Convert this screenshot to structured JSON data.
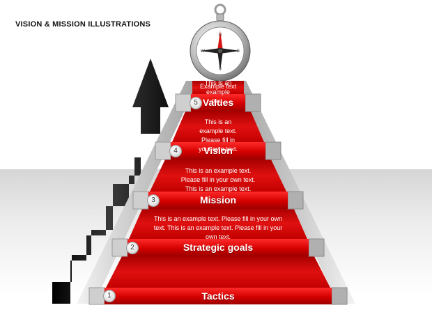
{
  "page": {
    "title": "VISION & MISSION ILLUSTRATIONS"
  },
  "top": {
    "text": "Example text"
  },
  "steps": [
    {
      "number": "1",
      "title": "Tactics",
      "desc": ""
    },
    {
      "number": "2",
      "title": "Strategic goals",
      "desc": "This is an example text. Please fill in your own text. This is an example text. Please fill in your own text."
    },
    {
      "number": "3",
      "title": "Mission",
      "desc": "This is an example text. Please fill in your own text. This is an example text."
    },
    {
      "number": "4",
      "title": "Vision",
      "desc": "This is an example text. Please fill in your own text."
    },
    {
      "number": "5",
      "title": "Values",
      "desc": "This is an example text."
    }
  ],
  "compass": {
    "n": "N",
    "s": "S",
    "e": "E",
    "w": "W"
  },
  "colors": {
    "red": "#cc0000",
    "red_dark": "#8e0000",
    "gray_light": "#dcdcdc",
    "gray_dark": "#8a8a8a",
    "arrow": "#1a1a1a"
  }
}
